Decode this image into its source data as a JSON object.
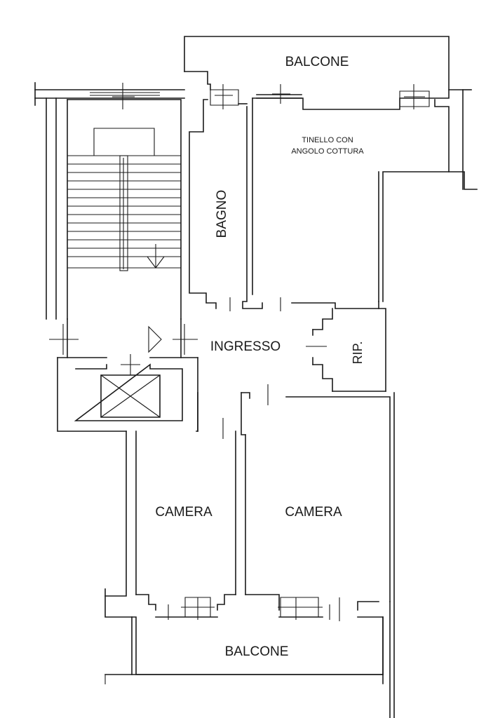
{
  "rooms": {
    "balcone_top": "BALCONE",
    "tinello_line1": "TINELLO CON",
    "tinello_line2": "ANGOLO COTTURA",
    "bagno": "BAGNO",
    "ingresso": "INGRESSO",
    "ripostiglio": "RIP.",
    "camera_left": "CAMERA",
    "camera_right": "CAMERA",
    "balcone_bottom": "BALCONE"
  },
  "colors": {
    "line": "#1a1a1a",
    "background": "#ffffff"
  }
}
